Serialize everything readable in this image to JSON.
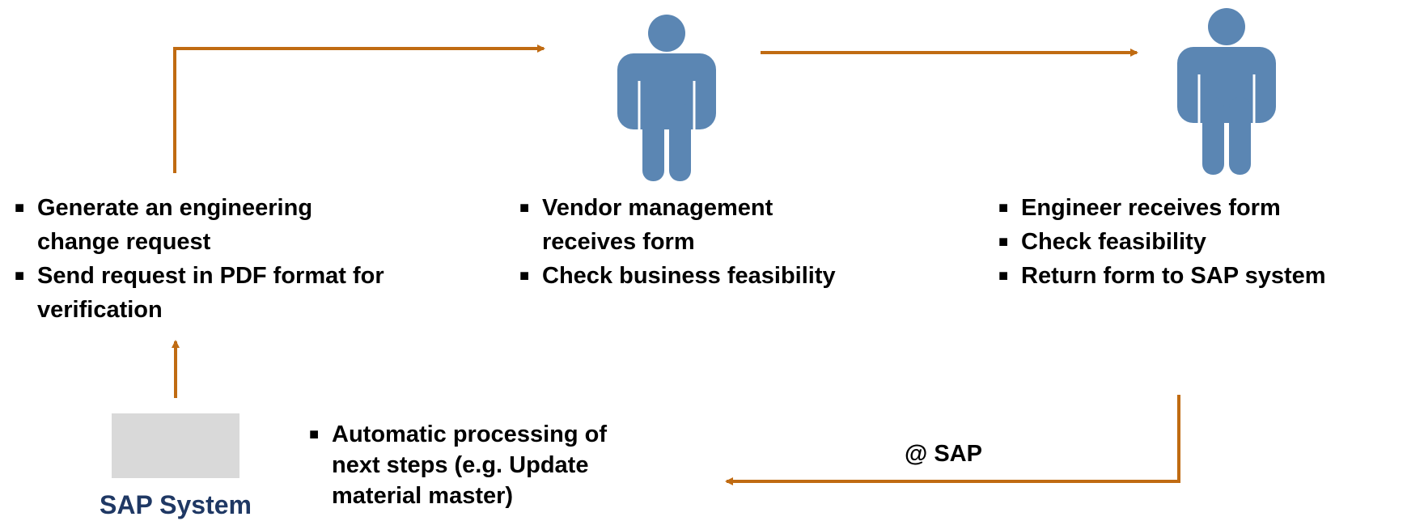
{
  "colors": {
    "arrow": "#c06b12",
    "person": "#5b86b3",
    "sap_box": "#d9d9d9",
    "sap_label": "#1f3864"
  },
  "icons": {
    "person_1": "person-icon",
    "person_2": "person-icon",
    "bullet": "square-bullet"
  },
  "bullet_char": "■",
  "step1": {
    "items": [
      "Generate an engineering\nchange request",
      "Send request in PDF format for\nverification"
    ]
  },
  "step2": {
    "items": [
      "Vendor management\nreceives form",
      "Check business feasibility"
    ]
  },
  "step3": {
    "items": [
      "Engineer receives form",
      "Check feasibility",
      "Return form to SAP system"
    ]
  },
  "step4": {
    "items": [
      "Automatic processing of\nnext  steps  (e.g. Update\nmaterial master)"
    ]
  },
  "return_label": "@ SAP",
  "sap_system_label": "SAP System"
}
